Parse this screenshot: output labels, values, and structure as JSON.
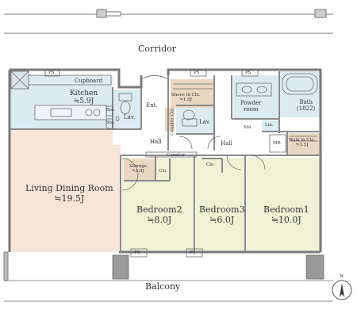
{
  "outside": {
    "corridor": "Corridor",
    "balcony": "Balcony"
  },
  "rooms": {
    "kitchen": {
      "name": "Kitchen",
      "area": "≒5.9J"
    },
    "cupboard": "Cupboard",
    "ldr": {
      "name": "Living Dining Room",
      "area": "≒19.5J"
    },
    "entrance": "Ent.",
    "shoes": {
      "name": "Shoes in Clo.",
      "area": "≒1.9J"
    },
    "lav_left": "Lav.",
    "lav_right": "Lav.",
    "counter_clo": "Counter Clo.",
    "powder": {
      "line1": "Powder",
      "line2": "room"
    },
    "bath": {
      "name": "Bath",
      "size": "(1822)"
    },
    "sto_small": "Sto.",
    "lin": "Lin.",
    "mr": "MR",
    "walkin": {
      "name": "Walk in Clo.",
      "area": "≒1.5J"
    },
    "hall_left": "Hall",
    "hall_right": "Hall",
    "counter": "Counter",
    "storage": {
      "name": "Storage",
      "area": "≒1.0J"
    },
    "clo_storage": "Clo.",
    "clo_bed3": "Clo.",
    "bedroom1": {
      "name": "Bedroom1",
      "area": "≒10.0J"
    },
    "bedroom2": {
      "name": "Bedroom2",
      "area": "≒8.0J"
    },
    "bedroom3": {
      "name": "Bedroom3",
      "area": "≒6.0J"
    },
    "sto_k1": "Sto.",
    "sto_k2": "Sto."
  },
  "ps_labels": [
    "PS",
    "PS",
    "PS",
    "PS",
    "PS"
  ],
  "compass": {
    "north": "N"
  },
  "colors": {
    "wall": "#8a8a8a",
    "kitchen_wet": "#dcebf2",
    "living": "#f8e5da",
    "bedroom": "#f0f2d6",
    "storage": "#ead7c2",
    "line": "#6e6e6e"
  }
}
